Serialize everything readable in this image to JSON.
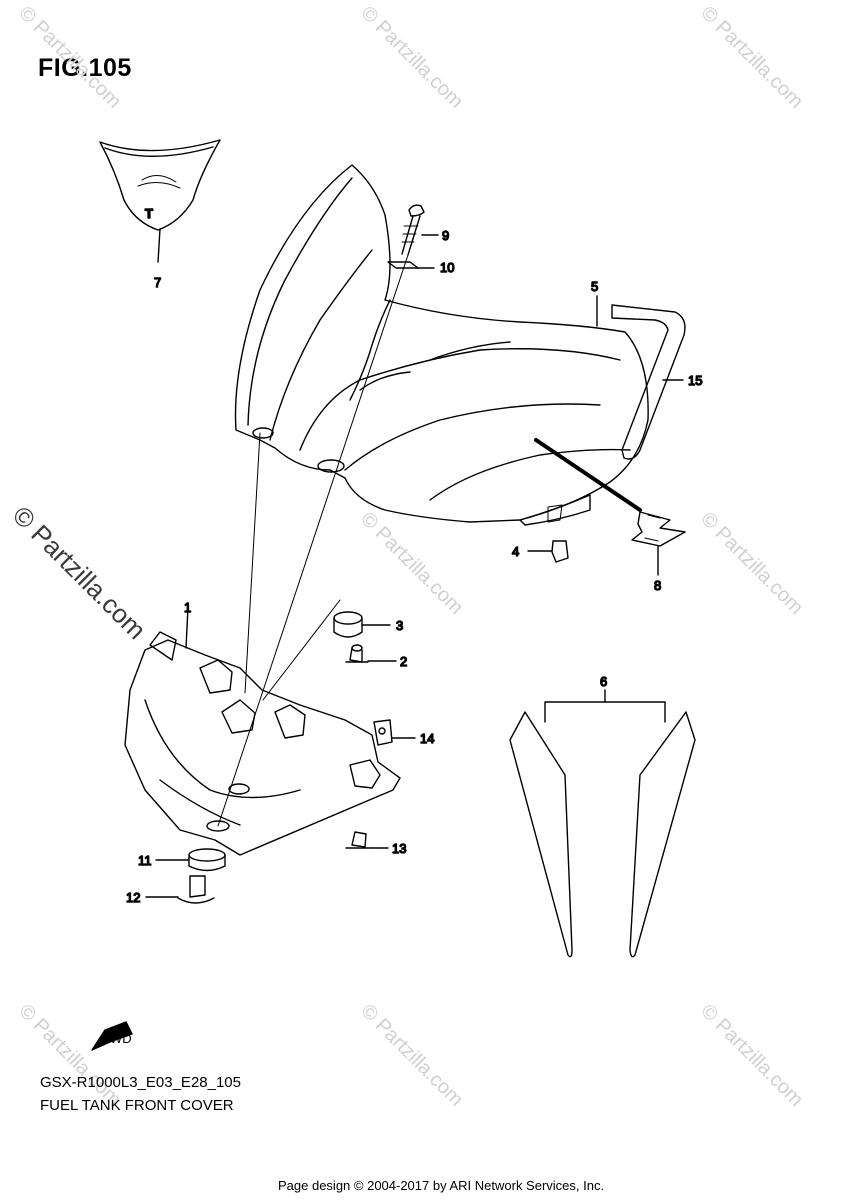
{
  "figure": {
    "title": "FIG.105"
  },
  "watermark": {
    "text": "© Partzilla.com"
  },
  "parts": [
    {
      "num": "1"
    },
    {
      "num": "2"
    },
    {
      "num": "3"
    },
    {
      "num": "4"
    },
    {
      "num": "5"
    },
    {
      "num": "6"
    },
    {
      "num": "7"
    },
    {
      "num": "8"
    },
    {
      "num": "9"
    },
    {
      "num": "10"
    },
    {
      "num": "11"
    },
    {
      "num": "12"
    },
    {
      "num": "13"
    },
    {
      "num": "14"
    },
    {
      "num": "15"
    }
  ],
  "fwd_label": "FWD",
  "decal_text": "T",
  "footer": {
    "code": "GSX-R1000L3_E03_E28_105",
    "name": "FUEL TANK FRONT COVER",
    "credits": "Page design © 2004-2017 by ARI Network Services, Inc."
  }
}
